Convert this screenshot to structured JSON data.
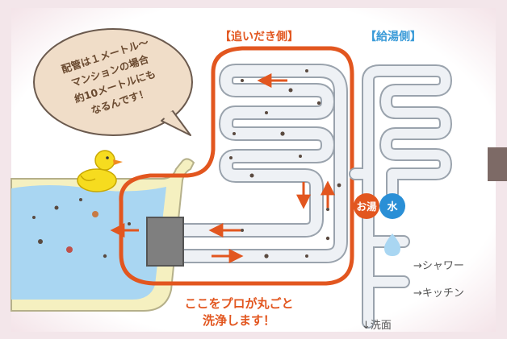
{
  "headers": {
    "reheat_side": "【追いだき側】",
    "supply_side": "【給湯側】"
  },
  "speech_bubble": {
    "line1": "配管は１メートル〜",
    "line2": "マンションの場合",
    "line3": "約10メートルにも",
    "line4": "なるんです！"
  },
  "badges": {
    "hot_water": "お湯",
    "cold_water": "水"
  },
  "outlets": {
    "shower": "→シャワー",
    "kitchen": "→キッチン",
    "washbasin": "↓洗面"
  },
  "caption": {
    "line1": "ここをプロが丸ごと",
    "line2": "洗浄します！"
  },
  "colors": {
    "background": "#f3e6ea",
    "pipe": "#eef1f5",
    "pipe_outline": "#9aa3ad",
    "water": "#a9d6f2",
    "highlight_orange": "#e2561f",
    "header_orange": "#e2561f",
    "header_blue": "#3a9bd8",
    "badge_hot": "#e2561f",
    "badge_cold": "#2a8fd6",
    "bubble": "#f0ddc8",
    "duck": "#f6dc1f"
  },
  "icons": [
    "duck-icon",
    "speech-bubble-icon",
    "water-drop-icon",
    "arrow-icon",
    "heat-exchanger-icon"
  ]
}
